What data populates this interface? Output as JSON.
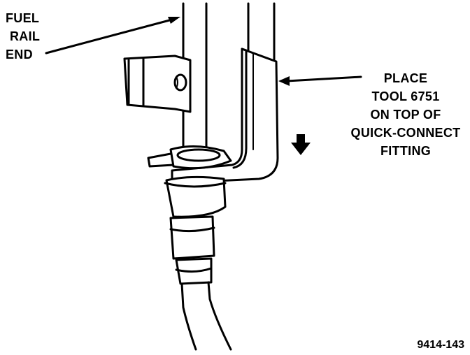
{
  "labels": {
    "fuel_rail_end": [
      "FUEL",
      "RAIL",
      "END"
    ],
    "place_tool": [
      "PLACE",
      "TOOL 6751",
      "ON TOP OF",
      "QUICK-CONNECT",
      "FITTING"
    ],
    "figure_id": "9414-143"
  },
  "icons": {
    "push_direction": "down-arrow-icon"
  },
  "colors": {
    "ink": "#000000",
    "paper": "#ffffff"
  }
}
